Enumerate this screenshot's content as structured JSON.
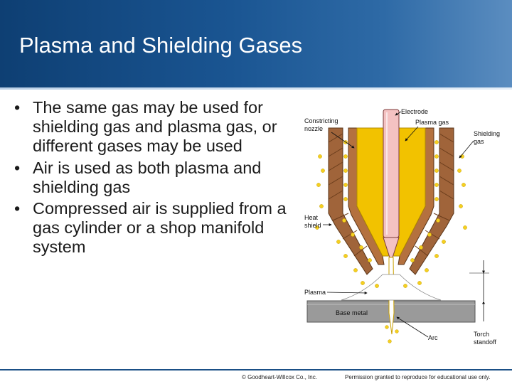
{
  "slide": {
    "title": "Plasma and Shielding Gases",
    "bullets": [
      "The same gas may be used for shielding gas and plasma gas, or different gases may be used",
      "Air is used as both plasma and shielding gas",
      "Compressed air is supplied from a gas cylinder or a shop manifold system"
    ],
    "bullet_glyph": "•"
  },
  "figure": {
    "labels": {
      "constricting_nozzle_1": "Constricting",
      "constricting_nozzle_2": "nozzle",
      "electrode": "Electrode",
      "plasma_gas": "Plasma gas",
      "shielding_gas_1": "Shielding",
      "shielding_gas_2": "gas",
      "heat_shield_1": "Heat",
      "heat_shield_2": "shield",
      "plasma": "Plasma",
      "base_metal": "Base metal",
      "arc": "Arc",
      "torch_standoff_1": "Torch",
      "torch_standoff_2": "standoff"
    },
    "colors": {
      "heat_shield": "#a0643a",
      "plasma_gas": "#f2c200",
      "electrode": "#f4c2c2",
      "base_metal": "#9a9a9a",
      "shielding_dots": "#f5d020"
    }
  },
  "footer": {
    "copyright": "© Goodheart-Willcox Co., Inc.",
    "permission": "Permission granted to reproduce for educational use only."
  },
  "theme": {
    "header_color": "#1a5592"
  }
}
